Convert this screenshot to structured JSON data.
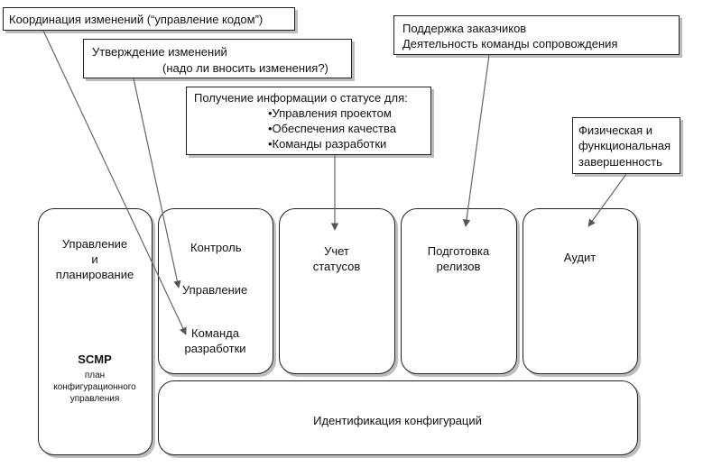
{
  "callouts": {
    "coordination": "Координация изменений (“управление кодом”)",
    "approval": {
      "line1": "Утверждение изменений",
      "line2": "(надо ли вносить изменения?)"
    },
    "status_info": {
      "heading": "Получение информации о статусе для:",
      "items": [
        "•Управления проектом",
        "•Обеспечения качества",
        "•Команды разработки"
      ]
    },
    "customer_support": {
      "line1": "Поддержка заказчиков",
      "line2": "Деятельность команды сопровождения"
    },
    "completeness": {
      "line1": "Физическая и",
      "line2": "функциональная",
      "line3": "завершенность"
    }
  },
  "blocks": {
    "management": {
      "line1": "Управление",
      "line2": "и",
      "line3": "планирование",
      "scmp": "SCMP",
      "scmp_desc1": "план",
      "scmp_desc2": "конфигурационного",
      "scmp_desc3": "управления"
    },
    "control": {
      "title": "Контроль",
      "item1": "Управление",
      "item2_line1": "Команда",
      "item2_line2": "разработки"
    },
    "status_accounting": {
      "line1": "Учет",
      "line2": "статусов"
    },
    "release": {
      "line1": "Подготовка",
      "line2": "релизов"
    },
    "audit": {
      "title": "Аудит"
    },
    "identification": {
      "title": "Идентификация конфигураций"
    }
  },
  "colors": {
    "border": "#222222",
    "shadow": "#bdbdbd",
    "arrow": "#666666"
  }
}
